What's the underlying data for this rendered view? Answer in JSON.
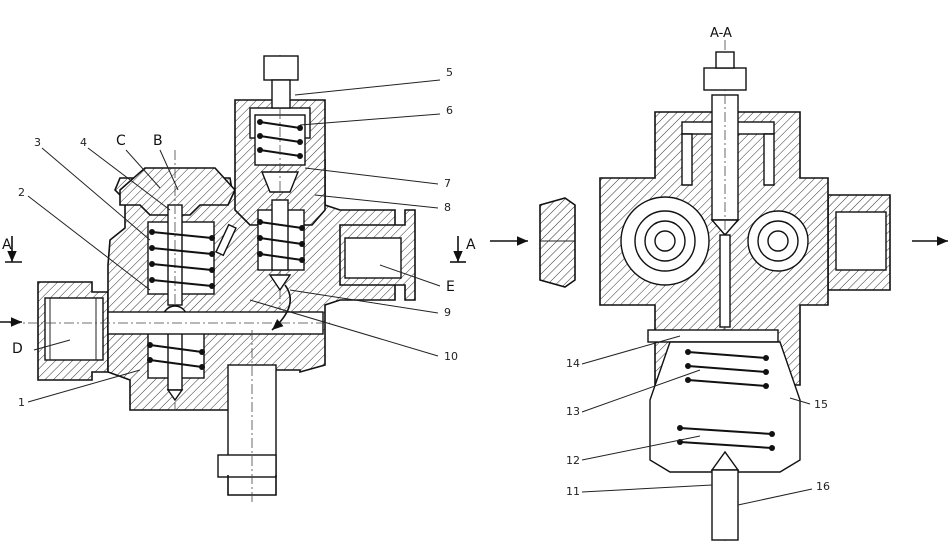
{
  "section_title": "A-A",
  "letters": {
    "A_left": "A",
    "A_right": "A",
    "B": "B",
    "C": "C",
    "D": "D",
    "E": "E"
  },
  "callouts": {
    "n1": "1",
    "n2": "2",
    "n3": "3",
    "n4": "4",
    "n5": "5",
    "n6": "6",
    "n7": "7",
    "n8": "8",
    "n9": "9",
    "n10": "10",
    "n11": "11",
    "n12": "12",
    "n13": "13",
    "n14": "14",
    "n15": "15",
    "n16": "16"
  }
}
